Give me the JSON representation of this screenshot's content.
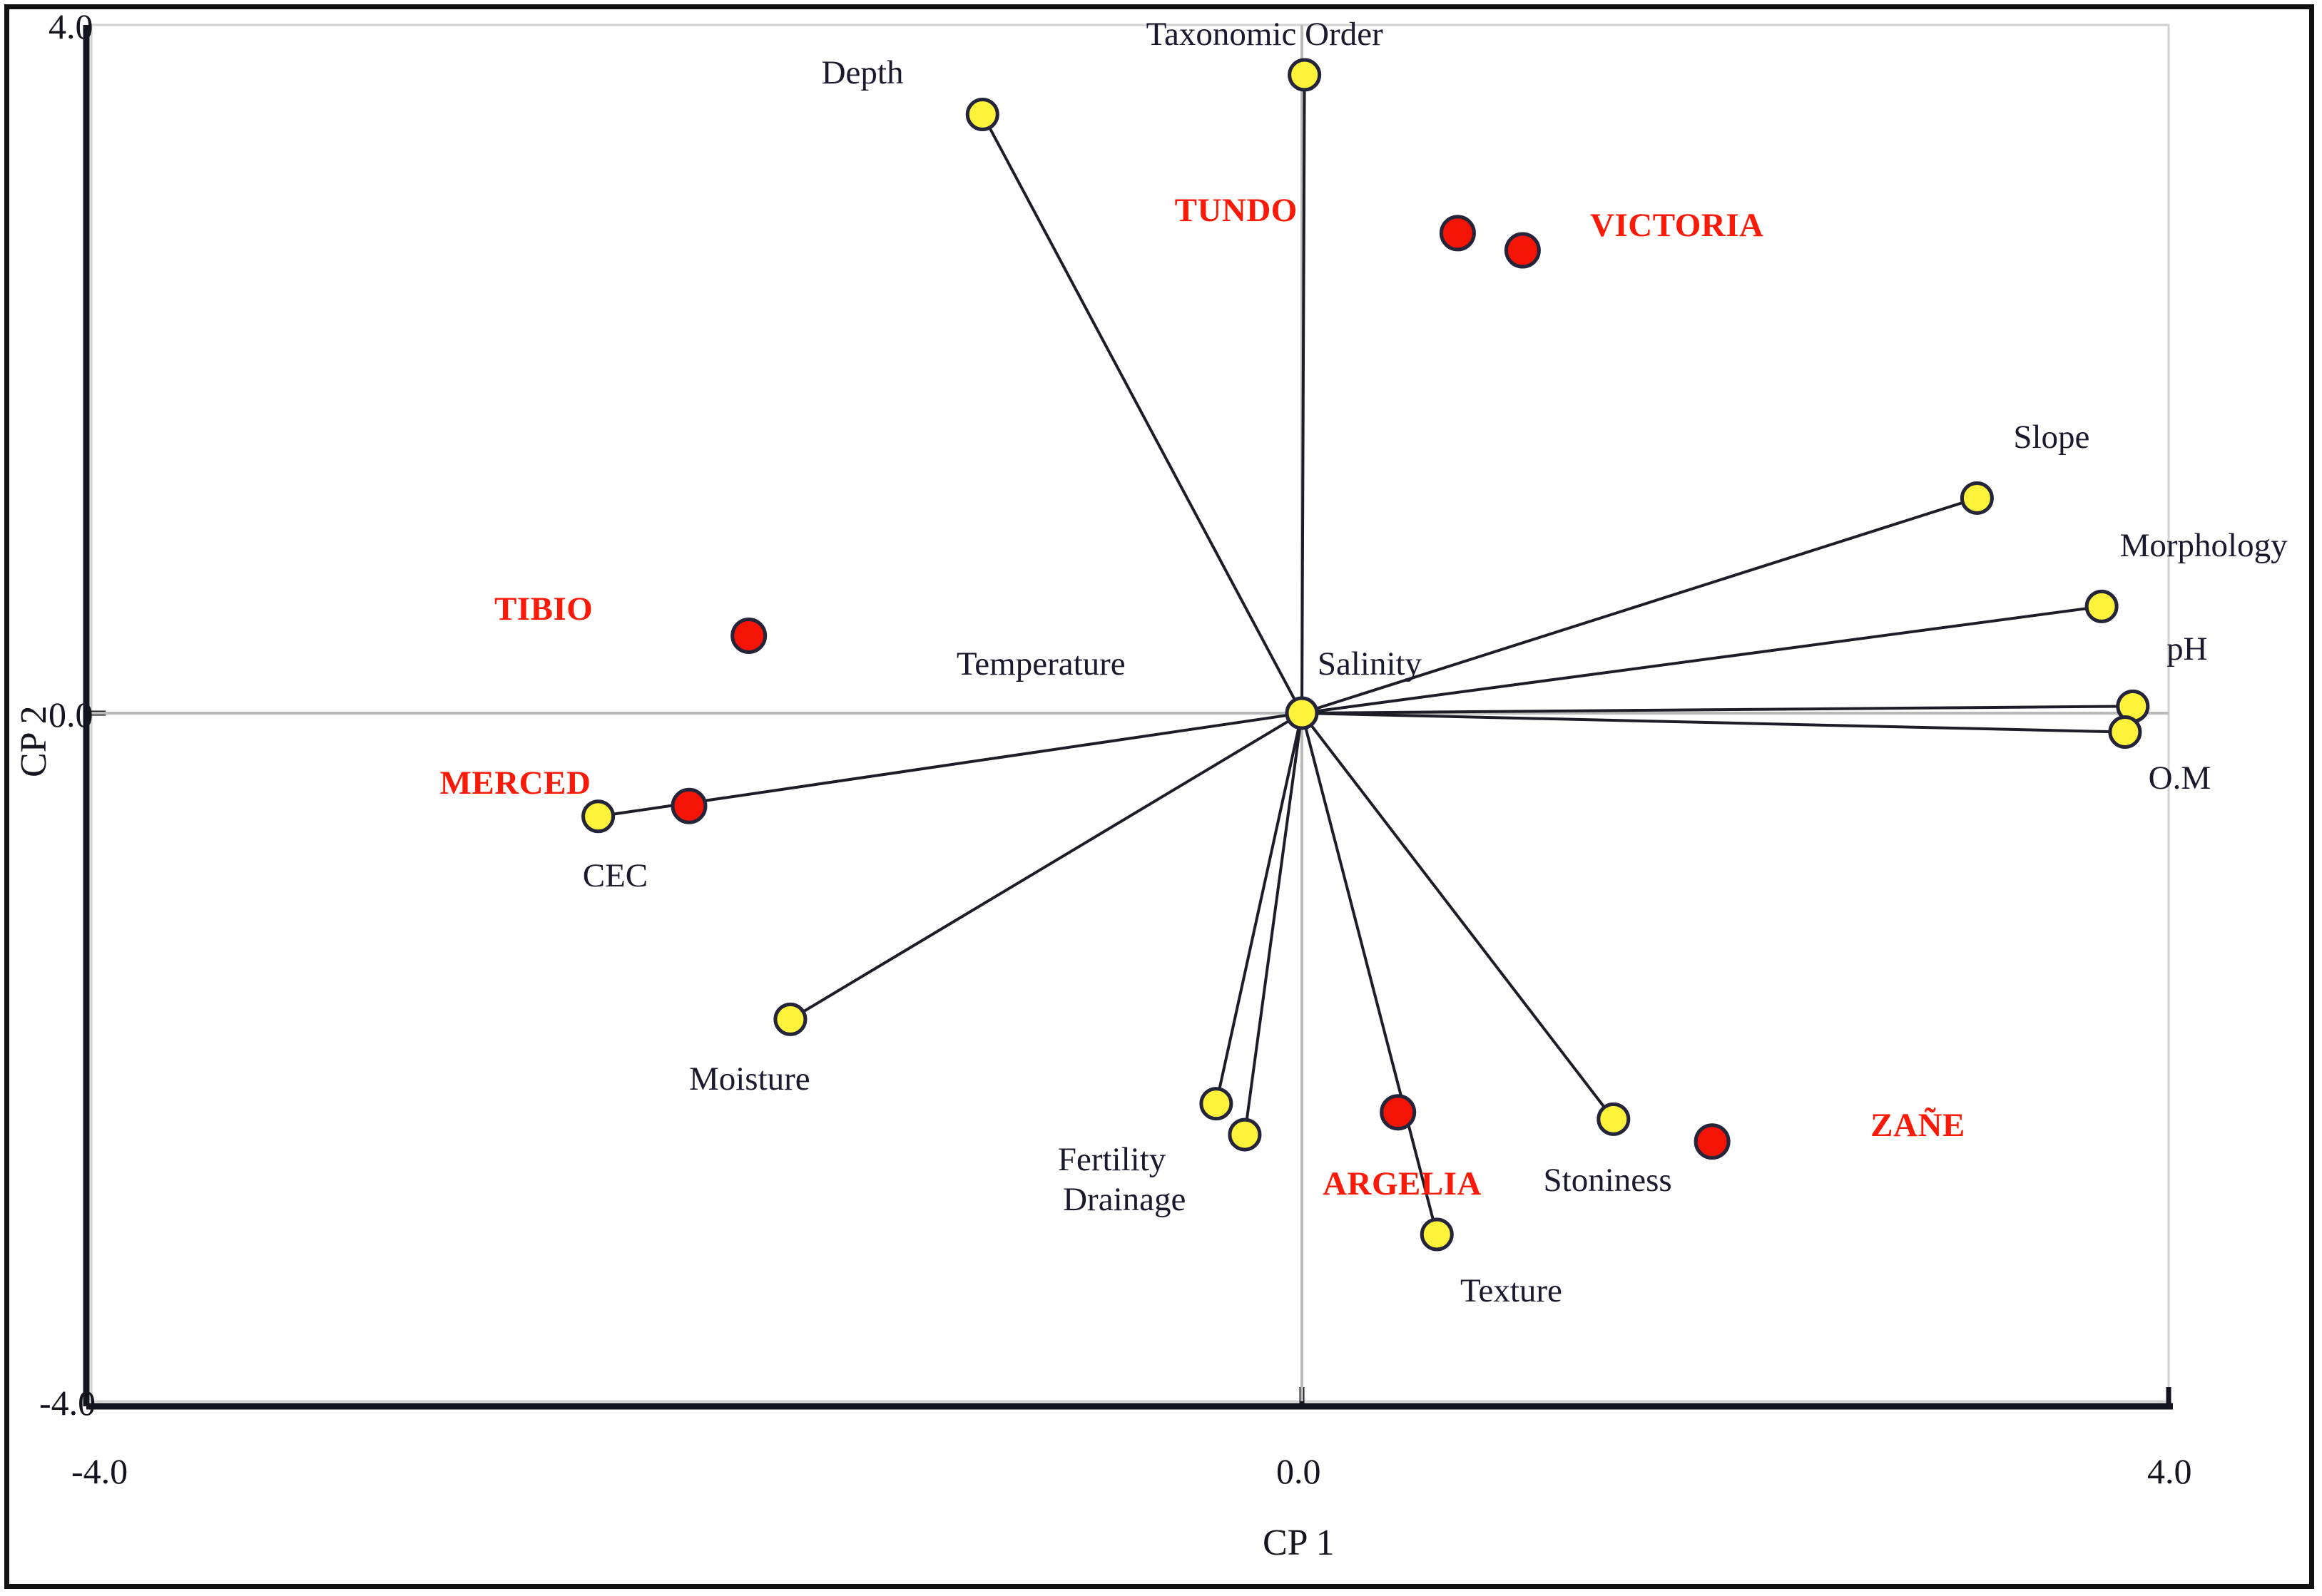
{
  "chart_data": {
    "type": "scatter",
    "title": "",
    "xlabel": "CP 1",
    "ylabel": "CP 2",
    "xlim": [
      -4.0,
      4.0
    ],
    "ylim": [
      -4.0,
      4.0
    ],
    "xticks": [
      "-4.0",
      "0.0",
      "4.0"
    ],
    "yticks": [
      "4.0",
      "0.0",
      "-4.0"
    ],
    "grid": false,
    "legend": "none",
    "origin": [
      0.0,
      0.0
    ],
    "variable_marker_color": "#FFF23A",
    "site_marker_color": "#F41406",
    "vector_line_color": "#1d1d28",
    "variables": [
      {
        "label": "Taxonomic Order",
        "x": 0.01,
        "y": 3.71,
        "label_x": -0.6,
        "label_y": 3.94
      },
      {
        "label": "Depth",
        "x": -1.23,
        "y": 3.48,
        "label_x": -1.85,
        "label_y": 3.72
      },
      {
        "label": "Slope",
        "x": 2.6,
        "y": 1.25,
        "label_x": 2.74,
        "label_y": 1.6
      },
      {
        "label": "Morphology",
        "x": 3.08,
        "y": 0.62,
        "label_x": 3.15,
        "label_y": 0.97
      },
      {
        "label": "pH",
        "x": 3.2,
        "y": 0.04,
        "label_x": 3.33,
        "label_y": 0.37
      },
      {
        "label": "O.M",
        "x": 3.17,
        "y": -0.11,
        "label_x": 3.26,
        "label_y": -0.38
      },
      {
        "label": "Salinity",
        "x": 0.0,
        "y": 0.0,
        "label_x": 0.06,
        "label_y": 0.28
      },
      {
        "label": "Temperature",
        "x": 0.0,
        "y": 0.0,
        "label_x": -1.33,
        "label_y": 0.28
      },
      {
        "label": "CEC",
        "x": -2.71,
        "y": -0.6,
        "label_x": -2.77,
        "label_y": -0.95
      },
      {
        "label": "Moisture",
        "x": -1.97,
        "y": -1.78,
        "label_x": -2.36,
        "label_y": -2.13
      },
      {
        "label": "Fertility",
        "x": -0.33,
        "y": -2.27,
        "label_x": -0.94,
        "label_y": -2.6
      },
      {
        "label": "Drainage",
        "x": -0.22,
        "y": -2.45,
        "label_x": -0.92,
        "label_y": -2.83
      },
      {
        "label": "Stoniness",
        "x": 1.2,
        "y": -2.36,
        "label_x": 0.93,
        "label_y": -2.72
      },
      {
        "label": "Texture",
        "x": 0.52,
        "y": -3.03,
        "label_x": 0.61,
        "label_y": -3.36
      }
    ],
    "sites": [
      {
        "label": "TUNDO",
        "x": 0.6,
        "y": 2.79,
        "label_x": -0.49,
        "label_y": 2.92
      },
      {
        "label": "VICTORIA",
        "x": 0.85,
        "y": 2.69,
        "label_x": 1.11,
        "label_y": 2.83
      },
      {
        "label": "TIBIO",
        "x": -2.13,
        "y": 0.45,
        "label_x": -3.11,
        "label_y": 0.6
      },
      {
        "label": "MERCED",
        "x": -2.36,
        "y": -0.54,
        "label_x": -3.32,
        "label_y": -0.41
      },
      {
        "label": "ARGELIA",
        "x": 0.37,
        "y": -2.32,
        "label_x": 0.08,
        "label_y": -2.74
      },
      {
        "label": "ZAÑE",
        "x": 1.58,
        "y": -2.49,
        "label_x": 2.19,
        "label_y": -2.4
      }
    ]
  }
}
